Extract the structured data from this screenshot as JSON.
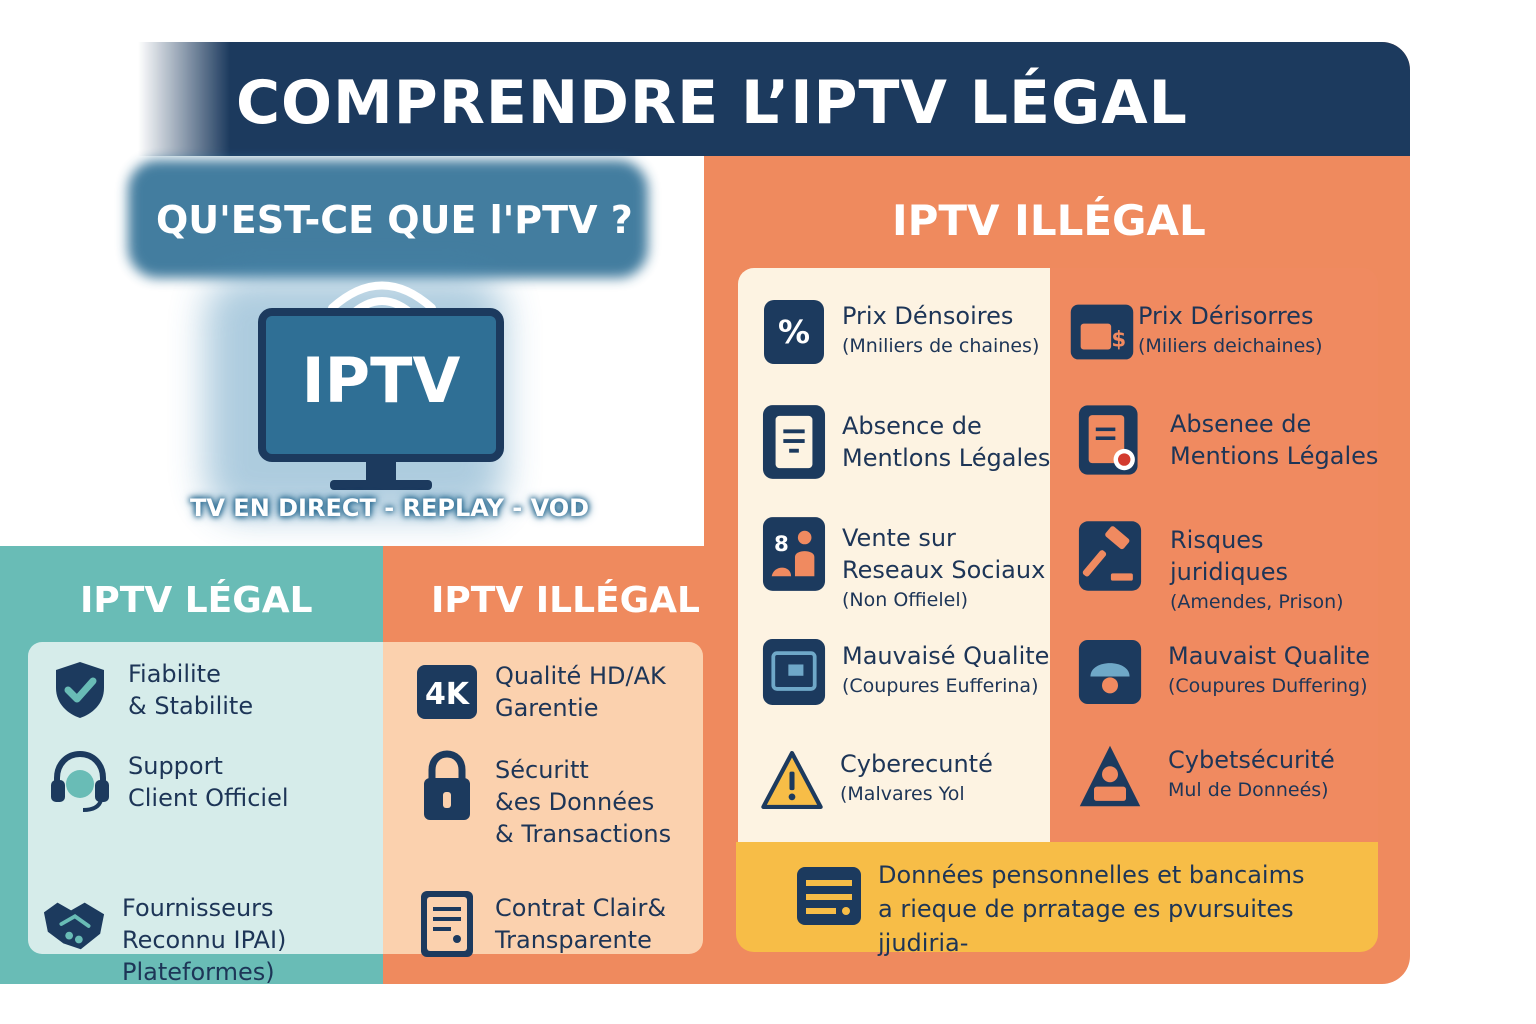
{
  "title": "COMPRENDRE L’IPTV LÉGAL",
  "intro": {
    "question": "QU'EST-CE QUE l'PTV ?",
    "tv_label": "IPTV",
    "subtitle": "TV EN DIRECT  - REPLAY - VOD"
  },
  "legal": {
    "heading": "IPTV LÉGAL",
    "items": [
      {
        "icon": "shield-check-icon",
        "text": "Fiabilite\n& Stabilite"
      },
      {
        "icon": "headset-icon",
        "text": "Support\nClient Officiel"
      },
      {
        "icon": "handshake-icon",
        "text": "Fournisseurs\nReconnu IPAI)\nPlateformes)"
      }
    ]
  },
  "illegal_mid": {
    "heading": "IPTV ILLÉGAL",
    "items": [
      {
        "icon": "4k-icon",
        "badge": "4K",
        "text": "Qualité HD/AK\nGarentie"
      },
      {
        "icon": "padlock-icon",
        "text": "Sécuritt\n&es Données\n& Transactions"
      },
      {
        "icon": "contract-icon",
        "text": "Contrat Clair&\nTransparente"
      }
    ]
  },
  "illegal_right": {
    "heading": "IPTV ILLÉGAL",
    "left_items": [
      {
        "icon": "percent-icon",
        "badge": "%",
        "title": "Prix Dénsoires",
        "sub": "(Mniliers de chaines)"
      },
      {
        "icon": "document-icon",
        "title": "Absence de\nMentlons Légales",
        "sub": ""
      },
      {
        "icon": "people-icon",
        "title": "Vente sur\nReseaux Sociaux",
        "sub": "(Non Offielel)"
      },
      {
        "icon": "screen-icon",
        "title": "Mauvaisé Qualite",
        "sub": "(Coupures  Eufferina)"
      },
      {
        "icon": "warning-icon",
        "title": "Cyberecunté",
        "sub": "(Malvares Yol"
      }
    ],
    "right_items": [
      {
        "icon": "price-tag-icon",
        "title": "Prix Dérisorres",
        "sub": "(Miliers deichaines)"
      },
      {
        "icon": "document-alert-icon",
        "title": "Absenee de\nMentions Légales",
        "sub": ""
      },
      {
        "icon": "gavel-icon",
        "title": "Risques\njuridiques",
        "sub": "(Amendes, Prison)"
      },
      {
        "icon": "broken-signal-icon",
        "title": "Mauvaist Qualite",
        "sub": "(Coupures Duffering)"
      },
      {
        "icon": "hacker-icon",
        "title": "Cybetsécurité",
        "sub": "Mul de Donneés)"
      }
    ],
    "warning": {
      "icon": "data-card-icon",
      "text": "Données pensonnelles et bancaims\na rieque de prratage es pvursuites jjudiria-"
    }
  },
  "colors": {
    "navy": "#1c3a5e",
    "teal": "#69bcb6",
    "orange": "#ef8a5e",
    "cream": "#fdf3e2",
    "yellow": "#f7bd47",
    "blue": "#2f6f95"
  }
}
